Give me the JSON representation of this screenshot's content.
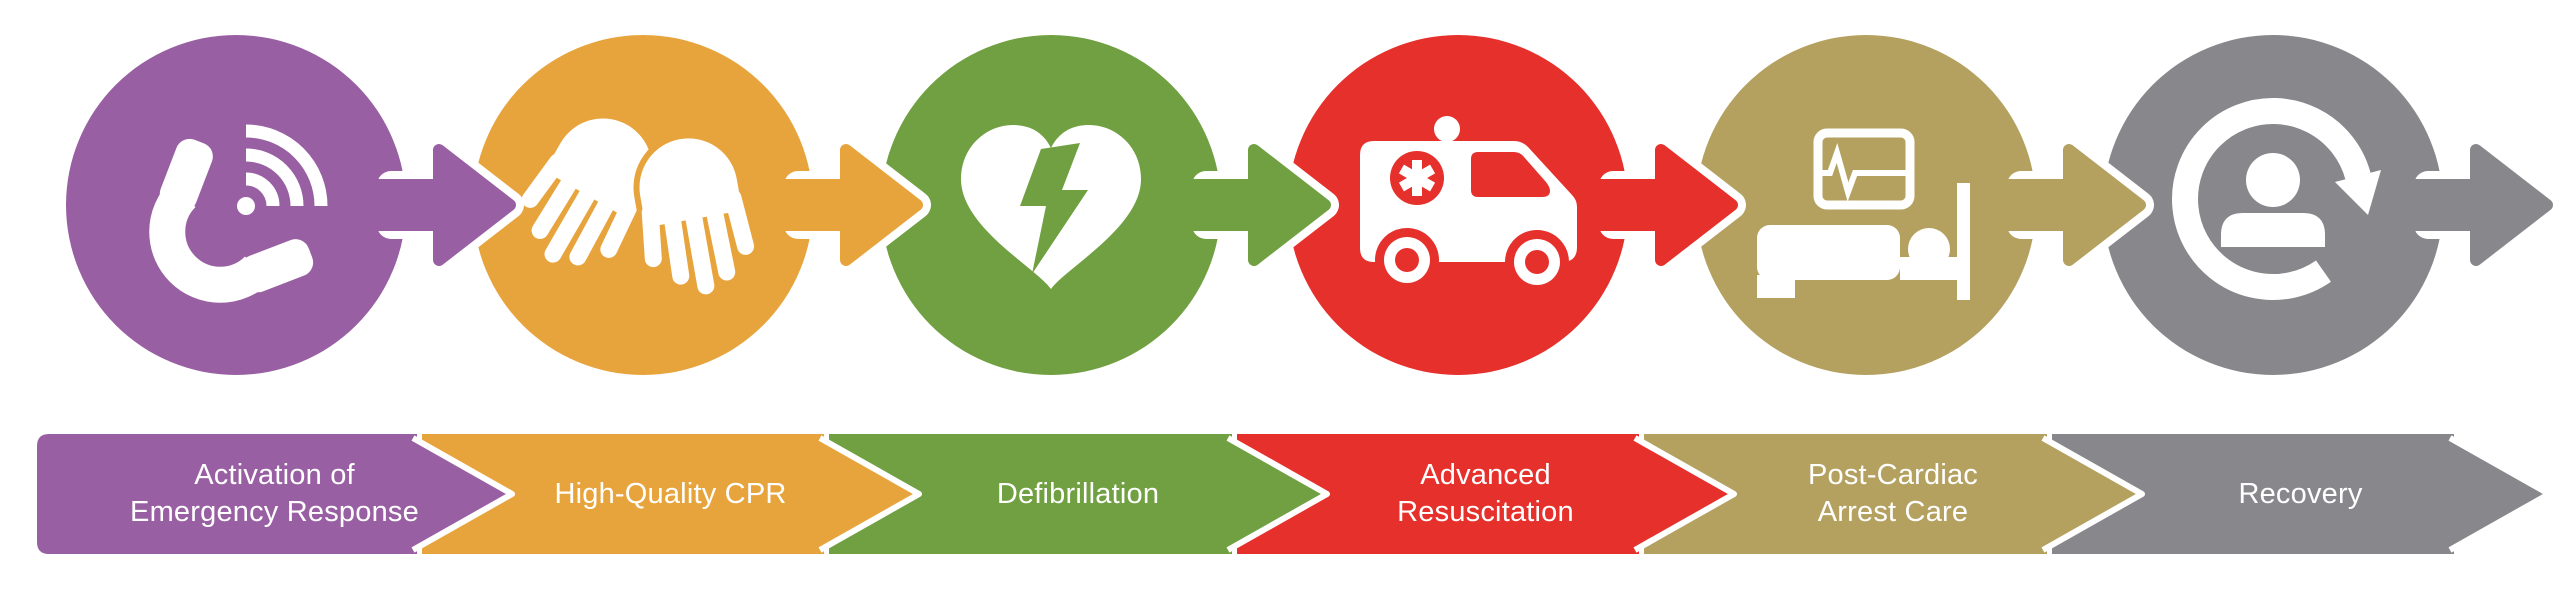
{
  "background_color": "#FFFFFF",
  "label_text_color": "#FFFFFF",
  "diagram_type": "process-flow-chain",
  "steps": [
    {
      "label": "Activation of\nEmergency Response",
      "color": "#995FA3",
      "icon": "phone-call-signal-waves-icon"
    },
    {
      "label": "High-Quality CPR",
      "color": "#E8A43C",
      "icon": "compression-hands-icon"
    },
    {
      "label": "Defibrillation",
      "color": "#70A041",
      "icon": "heart-lightning-bolt-icon"
    },
    {
      "label": "Advanced\nResuscitation",
      "color": "#E6302C",
      "icon": "ambulance-icon"
    },
    {
      "label": "Post-Cardiac\nArrest Care",
      "color": "#B4A160",
      "icon": "hospital-bed-monitor-icon"
    },
    {
      "label": "Recovery",
      "color": "#88878B",
      "icon": "person-recovery-cycle-icon"
    }
  ]
}
